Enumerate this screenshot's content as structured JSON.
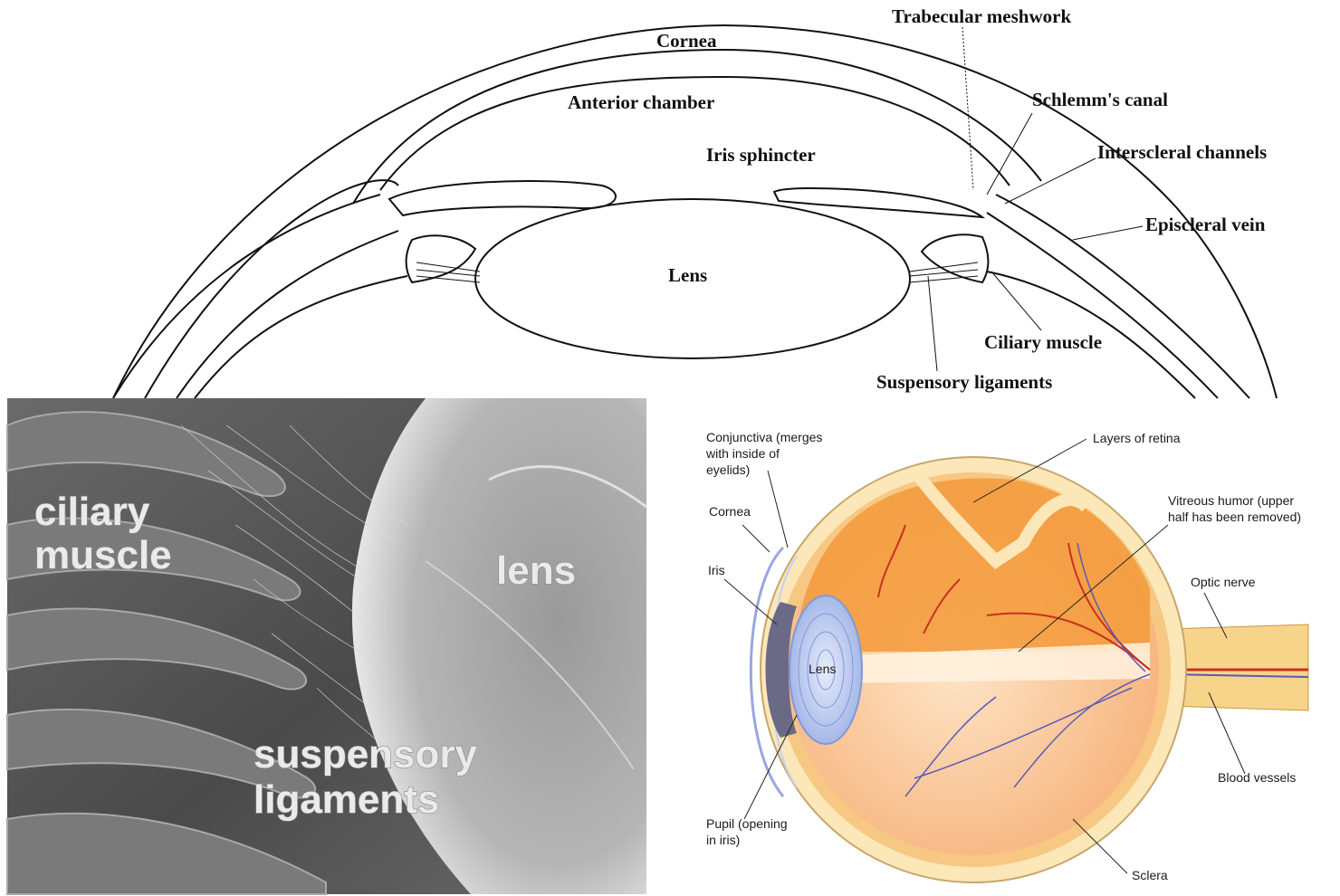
{
  "top_diagram": {
    "labels": {
      "trabecular": "Trabecular meshwork",
      "cornea": "Cornea",
      "anterior": "Anterior chamber",
      "schlemm": "Schlemm's canal",
      "iris_sphincter": "Iris sphincter",
      "interscleral": "Interscleral channels",
      "episcleral": "Episcleral vein",
      "lens": "Lens",
      "ciliary": "Ciliary muscle",
      "suspensory": "Suspensory ligaments"
    }
  },
  "sem_photo": {
    "labels": {
      "ciliary_1": "ciliary",
      "ciliary_2": "muscle",
      "lens": "lens",
      "susp_1": "suspensory",
      "susp_2": "ligaments"
    }
  },
  "color_diagram": {
    "labels": {
      "conj_1": "Conjunctiva (merges",
      "conj_2": "with inside of",
      "conj_3": "eyelids)",
      "cornea": "Cornea",
      "iris": "Iris",
      "lens": "Lens",
      "pupil_1": "Pupil (opening",
      "pupil_2": "in iris)",
      "retina": "Layers of retina",
      "vitreous_1": "Vitreous humor (upper",
      "vitreous_2": "half has been removed)",
      "optic": "Optic nerve",
      "blood": "Blood vessels",
      "sclera": "Sclera"
    }
  },
  "colors": {
    "line": "#111111",
    "photo_bg": "#5a5a5a",
    "retina_orange": "#f39a3a",
    "sclera_cream": "#fbe7b8",
    "lens_blue": "#b9c9f0",
    "vessel_red": "#c8321e",
    "vessel_blue": "#5a5ab8"
  }
}
